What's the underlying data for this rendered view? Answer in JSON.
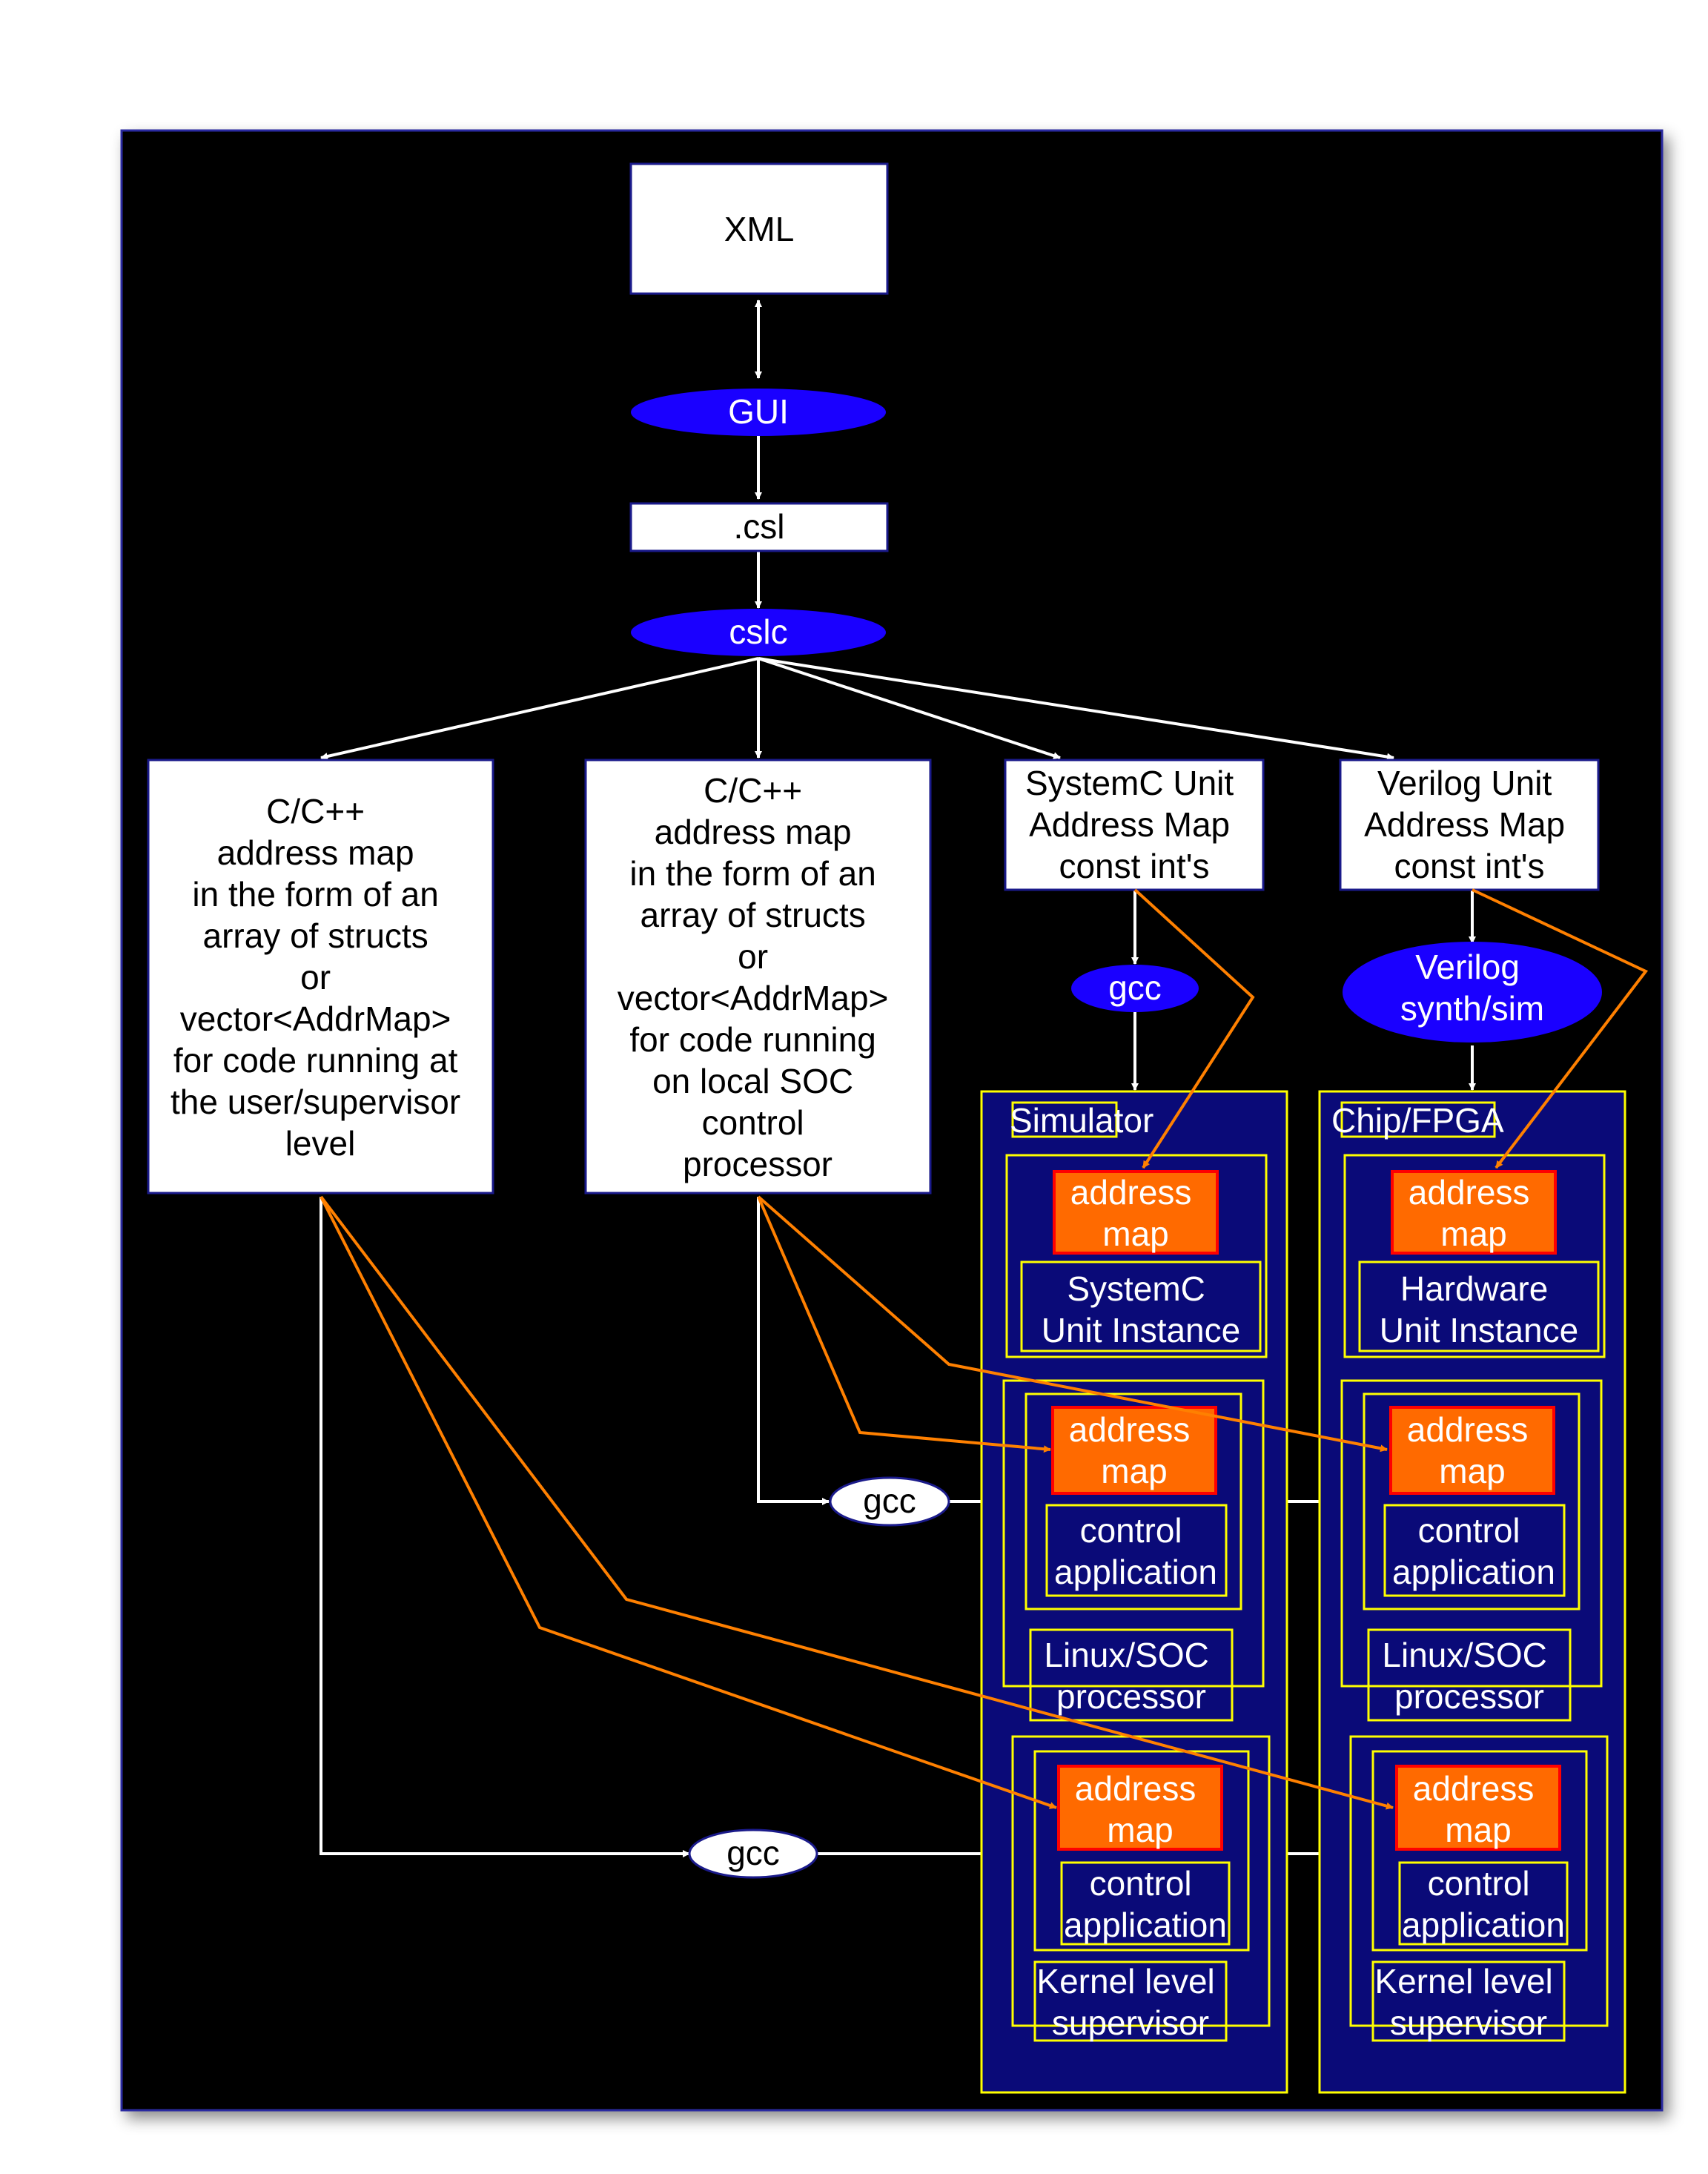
{
  "nodes": {
    "xml": "XML",
    "gui": "GUI",
    "csl": ".csl",
    "cslc": "cslc",
    "cpp_user": [
      "C/C++",
      "address map",
      "in the form of an",
      "array of structs",
      "or",
      "vector<AddrMap>",
      "for code running at",
      "the user/supervisor",
      "level"
    ],
    "cpp_soc": [
      "C/C++",
      "address map",
      "in the form of an",
      "array of structs",
      "or",
      "vector<AddrMap>",
      "for code running",
      "on local SOC",
      "control",
      "processor"
    ],
    "systemc_map": [
      "SystemC Unit",
      "Address Map",
      "const int's"
    ],
    "verilog_map": [
      "Verilog Unit",
      "Address Map",
      "const int's"
    ],
    "gcc_sim": "gcc",
    "verilog_synth": [
      "Verilog",
      "synth/sim"
    ],
    "gcc_mid": "gcc",
    "gcc_low": "gcc"
  },
  "simulator": {
    "title": "Simulator",
    "unit": {
      "addr": [
        "address",
        "map"
      ],
      "instance": [
        "SystemC",
        "Unit Instance"
      ]
    },
    "linux": {
      "addr": [
        "address",
        "map"
      ],
      "app": [
        "control",
        "application"
      ],
      "proc": [
        "Linux/SOC",
        "processor"
      ]
    },
    "kernel": {
      "addr": [
        "address",
        "map"
      ],
      "app": [
        "control",
        "application"
      ],
      "sup": [
        "Kernel level",
        "supervisor"
      ]
    }
  },
  "chip": {
    "title": "Chip/FPGA",
    "unit": {
      "addr": [
        "address",
        "map"
      ],
      "instance": [
        "Hardware",
        "Unit Instance"
      ]
    },
    "linux": {
      "addr": [
        "address",
        "map"
      ],
      "app": [
        "control",
        "application"
      ],
      "proc": [
        "Linux/SOC",
        "processor"
      ]
    },
    "kernel": {
      "addr": [
        "address",
        "map"
      ],
      "app": [
        "control",
        "application"
      ],
      "sup": [
        "Kernel level",
        "supervisor"
      ]
    }
  },
  "colors": {
    "background": "#000000",
    "ellipse": "#1a00ff",
    "frame_fill": "#0a0a78",
    "frame_stroke": "#ffff00",
    "addr_fill": "#ff6a00",
    "addr_stroke": "#ff0000",
    "orange_line": "#ff8000",
    "white": "#ffffff"
  }
}
